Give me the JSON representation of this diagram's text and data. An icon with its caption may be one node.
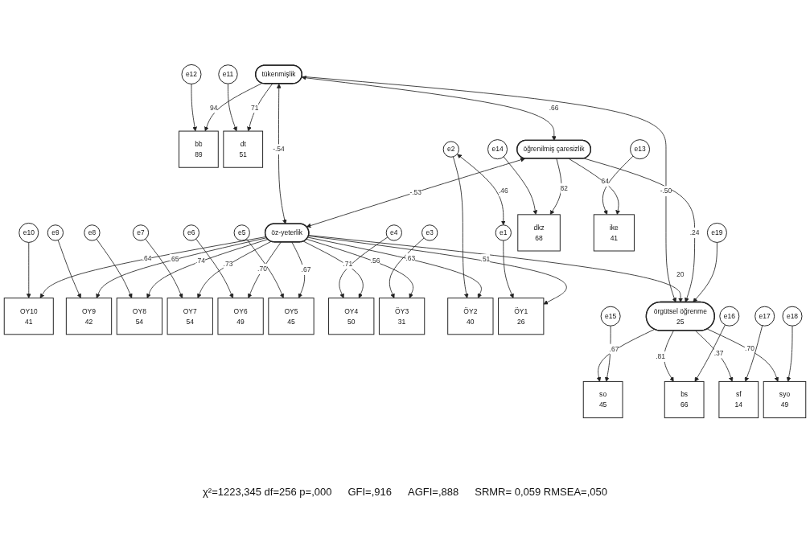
{
  "diagram": {
    "nodes": [
      {
        "text": [
          "e12"
        ]
      },
      {
        "text": [
          "bb",
          "89"
        ]
      },
      {
        "text": [
          "e11"
        ]
      },
      {
        "text": [
          "dt",
          "51"
        ]
      },
      {
        "text": [
          "tükenmişlik"
        ]
      },
      {
        "text": [
          "e10"
        ]
      },
      {
        "text": [
          "OY10",
          "41"
        ]
      },
      {
        "text": [
          "e9"
        ]
      },
      {
        "text": [
          "OY9",
          "42"
        ]
      },
      {
        "text": [
          "e8"
        ]
      },
      {
        "text": [
          "OY8",
          "54"
        ]
      },
      {
        "text": [
          "e7"
        ]
      },
      {
        "text": [
          "OY7",
          "54"
        ]
      },
      {
        "text": [
          "e6"
        ]
      },
      {
        "text": [
          "OY6",
          "49"
        ]
      },
      {
        "text": [
          "e5"
        ]
      },
      {
        "text": [
          "OY5",
          "45"
        ]
      },
      {
        "text": [
          "e4"
        ]
      },
      {
        "text": [
          "OY4",
          "50"
        ]
      },
      {
        "text": [
          "e3"
        ]
      },
      {
        "text": [
          "ÖY3",
          "31"
        ]
      },
      {
        "text": [
          "e2"
        ]
      },
      {
        "text": [
          "ÖY2",
          "40"
        ]
      },
      {
        "text": [
          "e1"
        ]
      },
      {
        "text": [
          "ÖY1",
          "26"
        ]
      },
      {
        "text": [
          "e14"
        ]
      },
      {
        "text": [
          "dkz",
          "68"
        ]
      },
      {
        "text": [
          "öğrenilmiş çaresizlik"
        ]
      },
      {
        "text": [
          "e13"
        ]
      },
      {
        "text": [
          "ike",
          "41"
        ]
      },
      {
        "text": [
          "öz-yeterlik"
        ]
      },
      {
        "text": [
          "e19"
        ]
      },
      {
        "text": [
          "örgütsel öğrenme",
          "25"
        ]
      },
      {
        "text": [
          "so",
          "45"
        ]
      },
      {
        "text": [
          "e15"
        ]
      },
      {
        "text": [
          "bs",
          "66"
        ]
      },
      {
        "text": [
          "e16"
        ]
      },
      {
        "text": [
          "sf",
          "14"
        ]
      },
      {
        "text": [
          "e17"
        ]
      },
      {
        "text": [
          "syo",
          "49"
        ]
      },
      {
        "text": [
          "e18"
        ]
      }
    ],
    "edges": [
      {
        "from": 0,
        "to": 1,
        "arrow": "to"
      },
      {
        "from": 2,
        "to": 3,
        "arrow": "to"
      },
      {
        "from": 4,
        "to": 1,
        "arrow": "to",
        "label": "94"
      },
      {
        "from": 4,
        "to": 3,
        "arrow": "to",
        "label": "71"
      },
      {
        "from": 5,
        "to": 6,
        "arrow": "to"
      },
      {
        "from": 7,
        "to": 8,
        "arrow": "to"
      },
      {
        "from": 9,
        "to": 10,
        "arrow": "to"
      },
      {
        "from": 11,
        "to": 12,
        "arrow": "to"
      },
      {
        "from": 13,
        "to": 14,
        "arrow": "to"
      },
      {
        "from": 15,
        "to": 16,
        "arrow": "to"
      },
      {
        "from": 17,
        "to": 18,
        "arrow": "to"
      },
      {
        "from": 19,
        "to": 20,
        "arrow": "to"
      },
      {
        "from": 21,
        "to": 22,
        "arrow": "to"
      },
      {
        "from": 23,
        "to": 24,
        "arrow": "to"
      },
      {
        "from": 30,
        "to": 6,
        "arrow": "to",
        "label": ".64"
      },
      {
        "from": 30,
        "to": 8,
        "arrow": "to",
        "label": ".65"
      },
      {
        "from": 30,
        "to": 10,
        "arrow": "to",
        "label": ".74"
      },
      {
        "from": 30,
        "to": 12,
        "arrow": "to",
        "label": ".73"
      },
      {
        "from": 30,
        "to": 14,
        "arrow": "to",
        "label": ".70"
      },
      {
        "from": 30,
        "to": 16,
        "arrow": "to",
        "label": ".67"
      },
      {
        "from": 30,
        "to": 18,
        "arrow": "to",
        "label": ".71"
      },
      {
        "from": 30,
        "to": 20,
        "arrow": "to",
        "label": ".56"
      },
      {
        "from": 30,
        "to": 22,
        "arrow": "to",
        "label": ".63"
      },
      {
        "from": 30,
        "to": 24,
        "arrow": "to",
        "label": ".51"
      },
      {
        "from": 21,
        "to": 23,
        "arrow": "both",
        "label": ".46"
      },
      {
        "from": 4,
        "to": 27,
        "arrow": "both",
        "label": ".66"
      },
      {
        "from": 25,
        "to": 26,
        "arrow": "to"
      },
      {
        "from": 28,
        "to": 29,
        "arrow": "to"
      },
      {
        "from": 27,
        "to": 26,
        "arrow": "to",
        "label": "82"
      },
      {
        "from": 27,
        "to": 29,
        "arrow": "to",
        "label": "64"
      },
      {
        "from": 4,
        "to": 30,
        "arrow": "both",
        "label": "-.54"
      },
      {
        "from": 27,
        "to": 30,
        "arrow": "both",
        "label": "-.53"
      },
      {
        "from": 4,
        "to": 32,
        "arrow": "to",
        "label": "-.50"
      },
      {
        "from": 30,
        "to": 32,
        "arrow": "to",
        "label": "20"
      },
      {
        "from": 27,
        "to": 32,
        "arrow": "to",
        "label": ".24"
      },
      {
        "from": 31,
        "to": 32,
        "arrow": "to"
      },
      {
        "from": 32,
        "to": 33,
        "arrow": "to",
        "label": ".67"
      },
      {
        "from": 32,
        "to": 35,
        "arrow": "to",
        "label": ".81"
      },
      {
        "from": 32,
        "to": 37,
        "arrow": "to",
        "label": ".37"
      },
      {
        "from": 32,
        "to": 39,
        "arrow": "to",
        "label": ".70"
      },
      {
        "from": 34,
        "to": 33,
        "arrow": "to"
      },
      {
        "from": 36,
        "to": 35,
        "arrow": "to"
      },
      {
        "from": 38,
        "to": 37,
        "arrow": "to"
      },
      {
        "from": 40,
        "to": 39,
        "arrow": "to"
      }
    ],
    "labels": [
      "χ²=1223,345 df=256 p=,000",
      "GFI=,916",
      "AGFI=,888",
      "SRMR= 0,059 RMSEA=,050"
    ]
  }
}
